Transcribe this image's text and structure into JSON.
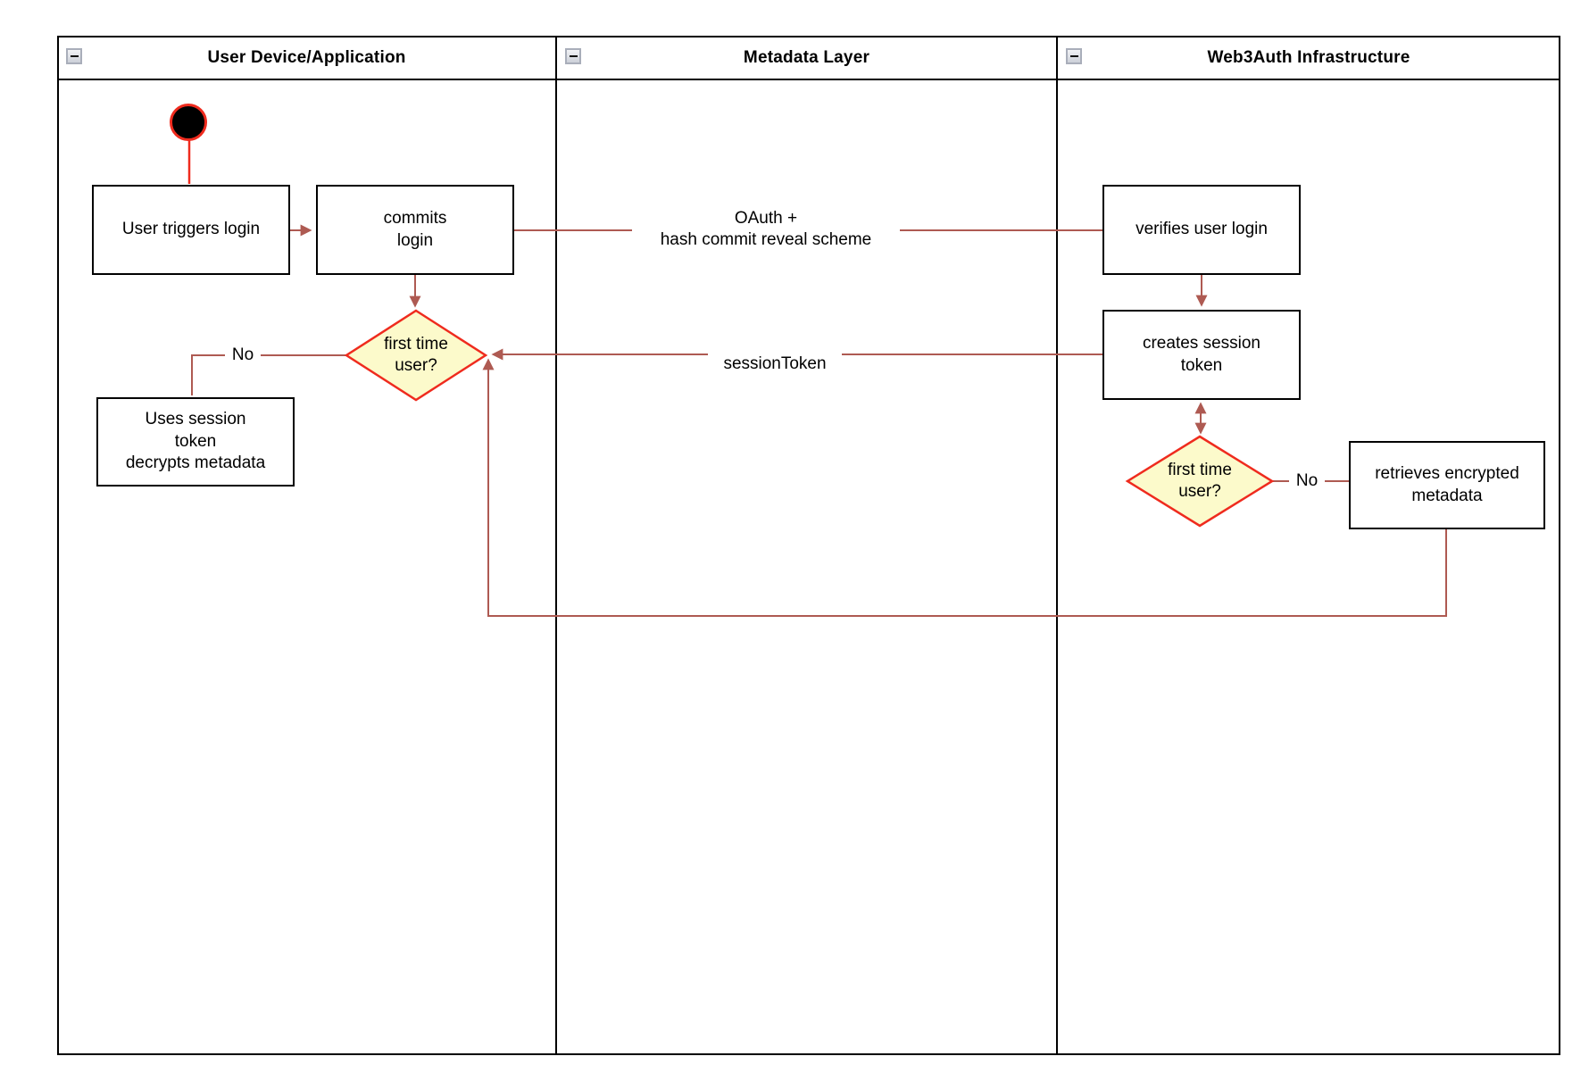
{
  "lanes": [
    {
      "title": "User Device/Application"
    },
    {
      "title": "Metadata Layer"
    },
    {
      "title": "Web3Auth Infrastructure"
    }
  ],
  "nodes": {
    "user_triggers": "User triggers login",
    "commits": "commits\nlogin",
    "decision_left": "first time\nuser?",
    "uses_session": "Uses session\ntoken\ndecrypts metadata",
    "verifies": "verifies user login",
    "creates": "creates session\ntoken",
    "decision_right": "first time\nuser?",
    "retrieves": "retrieves encrypted\nmetadata"
  },
  "edge_labels": {
    "oauth": "OAuth +\nhash commit reveal scheme",
    "session_token": "sessionToken",
    "no_left": "No",
    "no_right": "No"
  },
  "icons": {
    "collapse": "minus-icon"
  },
  "colors": {
    "node_border": "#000000",
    "edge_brown": "#AE5A52",
    "accent_red": "#EF2B1E",
    "decision_fill": "#FCFACB",
    "start_fill": "#000000"
  }
}
